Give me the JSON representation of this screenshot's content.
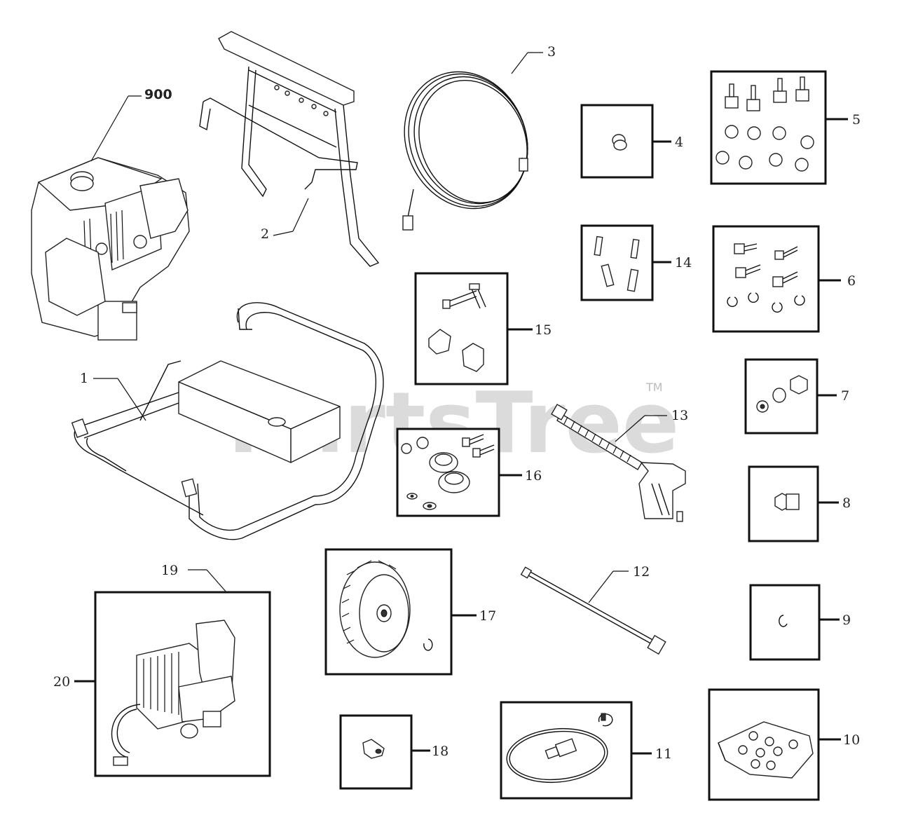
{
  "watermark": {
    "text": "PartsTree",
    "tm": "TM"
  },
  "callouts": {
    "c1": "1",
    "c2": "2",
    "c3": "3",
    "c4": "4",
    "c5": "5",
    "c6": "6",
    "c7": "7",
    "c8": "8",
    "c9": "9",
    "c10": "10",
    "c11": "11",
    "c12": "12",
    "c13": "13",
    "c14": "14",
    "c15": "15",
    "c16": "16",
    "c17": "17",
    "c18": "18",
    "c19": "19",
    "c20": "20",
    "c900": "900"
  }
}
